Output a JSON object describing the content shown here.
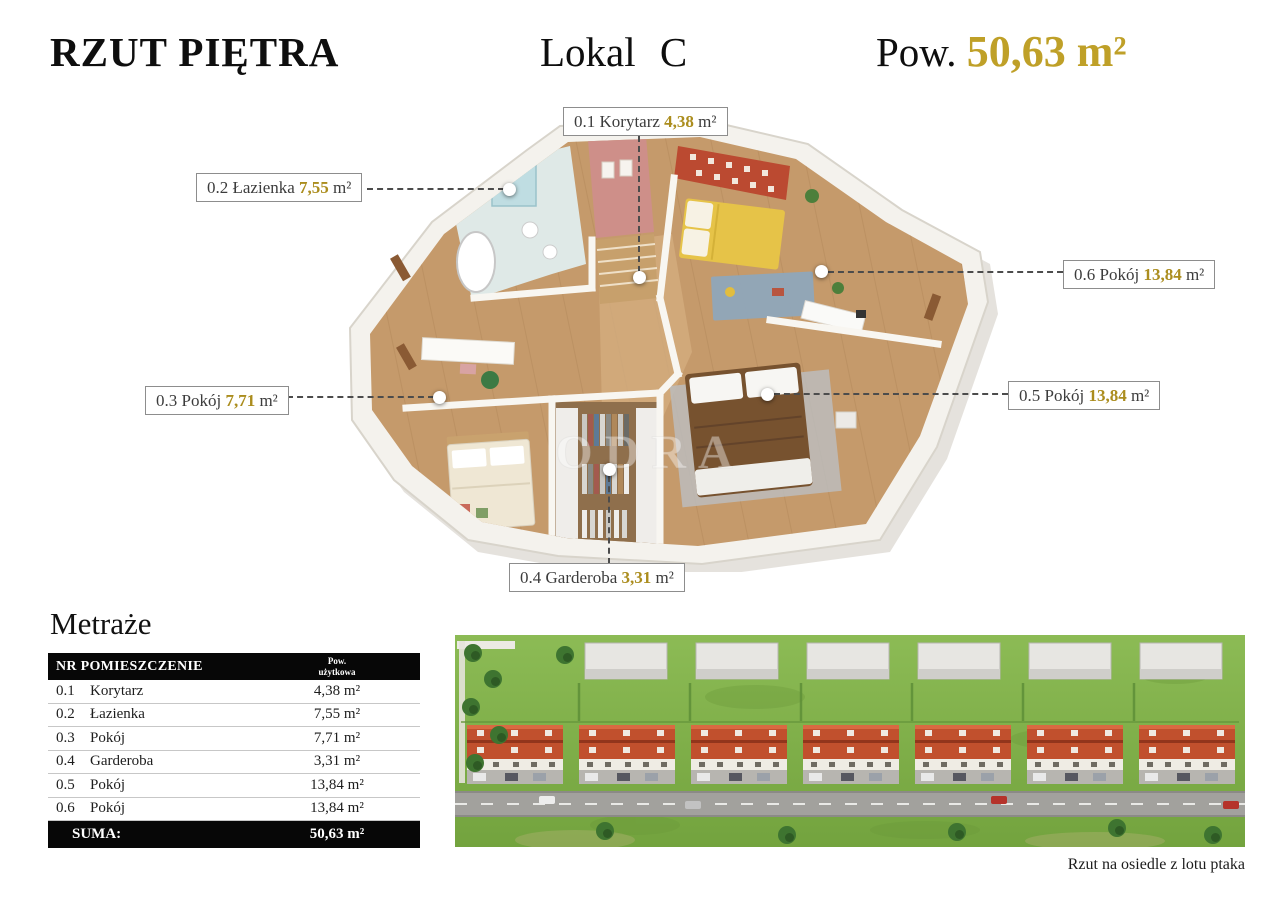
{
  "accent_gold": "#bfa028",
  "header": {
    "title": "RZUT PIĘTRA",
    "unit_label": "Lokal C",
    "area_prefix": "Pow.",
    "area_value": "50,63 m²"
  },
  "floor_plan": {
    "watermark": "ODRA",
    "callouts": [
      {
        "room": "0.1 Korytarz",
        "area": "4,38",
        "unit": "m²"
      },
      {
        "room": "0.2 Łazienka",
        "area": "7,55",
        "unit": "m²"
      },
      {
        "room": "0.3 Pokój",
        "area": "7,71",
        "unit": "m²"
      },
      {
        "room": "0.4 Garderoba",
        "area": "3,31",
        "unit": "m²"
      },
      {
        "room": "0.5 Pokój",
        "area": "13,84",
        "unit": "m²"
      },
      {
        "room": "0.6 Pokój",
        "area": "13,84",
        "unit": "m²"
      }
    ]
  },
  "areas_table": {
    "heading": "Metraże",
    "col_room": "NR POMIESZCZENIE",
    "col_area_line1": "Pow.",
    "col_area_line2": "użytkowa",
    "rows": [
      {
        "nr": "0.1",
        "name": "Korytarz",
        "area": "4,38 m²"
      },
      {
        "nr": "0.2",
        "name": "Łazienka",
        "area": "7,55 m²"
      },
      {
        "nr": "0.3",
        "name": "Pokój",
        "area": "7,71 m²"
      },
      {
        "nr": "0.4",
        "name": "Garderoba",
        "area": "3,31 m²"
      },
      {
        "nr": "0.5",
        "name": "Pokój",
        "area": "13,84 m²"
      },
      {
        "nr": "0.6",
        "name": "Pokój",
        "area": "13,84 m²"
      }
    ],
    "total_label": "SUMA:",
    "total_value": "50,63 m²"
  },
  "aerial": {
    "caption": "Rzut na osiedle z lotu ptaka"
  }
}
